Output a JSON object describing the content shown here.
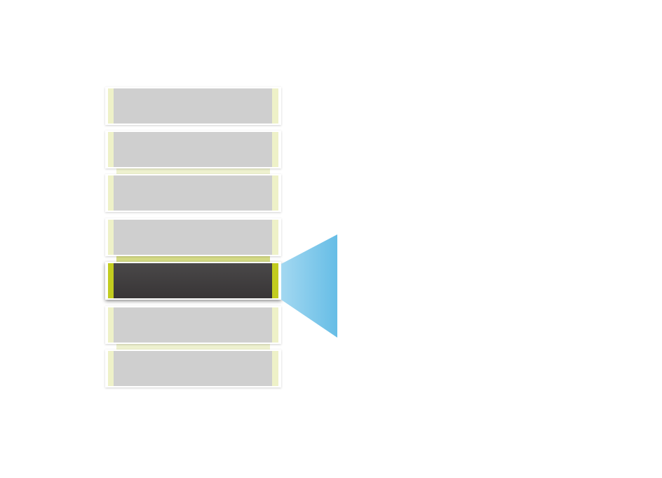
{
  "stack": {
    "item_count": 7,
    "selected_index": 4,
    "tabs_below": [
      1,
      3,
      5
    ]
  },
  "colors": {
    "item_fill": "#cfcfcf",
    "item_edge": "#eef1c8",
    "selected_fill_top": "#4a4849",
    "selected_fill_bottom": "#383536",
    "selected_edge": "#c2cc1f",
    "tab": "#eef1cf",
    "tab_selected": "#d6dc86",
    "beam_start": "#a3d8f1",
    "beam_end": "#66bde6"
  }
}
